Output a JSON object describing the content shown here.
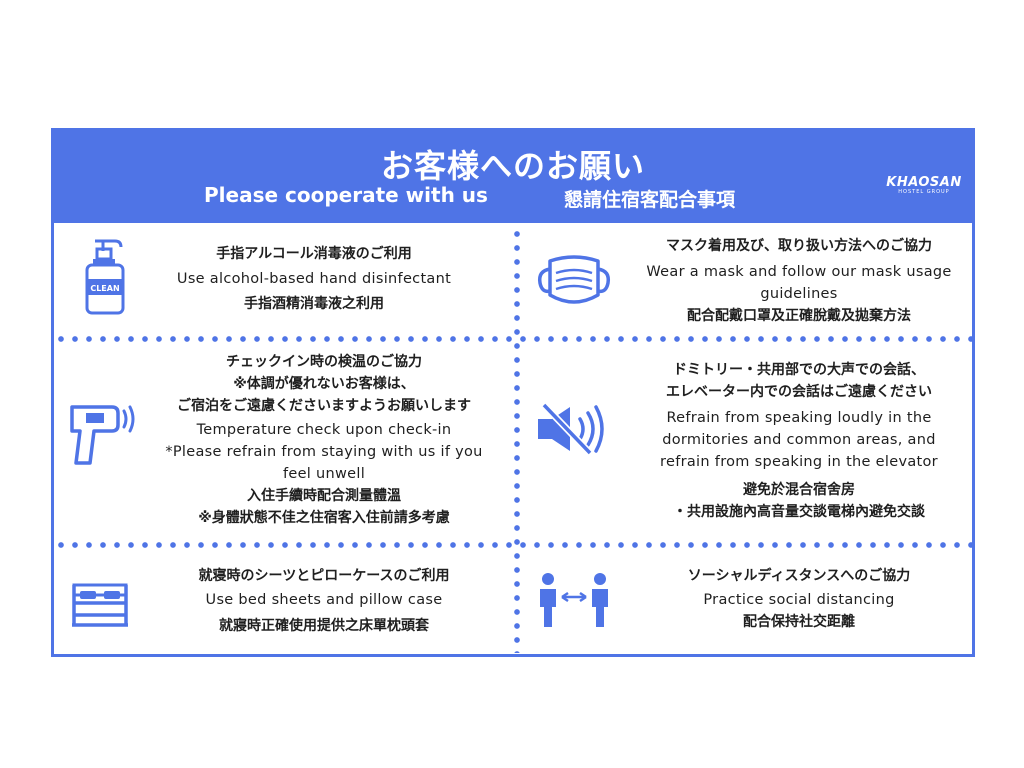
{
  "header": {
    "title_jp": "お客様へのお願い",
    "subtitle_en": "Please cooperate with us",
    "subtitle_zh": "懇請住宿客配合事項",
    "logo_main": "KHAOSAN",
    "logo_sub": "HOSTEL GROUP"
  },
  "items": [
    {
      "icon": "sanitizer-bottle-icon",
      "icon_label": "CLEAN",
      "lines": [
        "手指アルコール消毒液のご利用",
        "Use alcohol-based hand disinfectant",
        "手指酒精消毒液之利用"
      ]
    },
    {
      "icon": "face-mask-icon",
      "lines": [
        "マスク着用及び、取り扱い方法へのご協力",
        "Wear a mask and follow our mask usage",
        "guidelines",
        "配合配戴口罩及正確脫戴及拋棄方法"
      ]
    },
    {
      "icon": "thermometer-gun-icon",
      "lines": [
        "チェックイン時の検温のご協力",
        "※体調が優れないお客様は、",
        "ご宿泊をご遠慮くださいますようお願いします",
        "Temperature check upon check-in",
        "*Please refrain from staying with us if you",
        "feel unwell",
        "入住手續時配合測量體溫",
        "※身體狀態不佳之住宿客入住前請多考慮"
      ]
    },
    {
      "icon": "mute-speaker-icon",
      "lines": [
        "ドミトリー・共用部での大声での会話、",
        "エレベーター内での会話はご遠慮ください",
        "Refrain from speaking loudly in the",
        "dormitories and common areas, and",
        "refrain from speaking in the elevator",
        "避免於混合宿舍房",
        "・共用設施內高音量交談電梯內避免交談"
      ]
    },
    {
      "icon": "bed-icon",
      "lines": [
        "就寝時のシーツとピローケースのご利用",
        "Use bed sheets and pillow case",
        "就寢時正確使用提供之床單枕頭套"
      ]
    },
    {
      "icon": "social-distance-icon",
      "lines": [
        "ソーシャルディスタンスへのご協力",
        "Practice social distancing",
        "配合保持社交距離"
      ]
    }
  ],
  "colors": {
    "accent": "#4f74e6",
    "text": "#1f1f1f",
    "background": "#ffffff"
  }
}
